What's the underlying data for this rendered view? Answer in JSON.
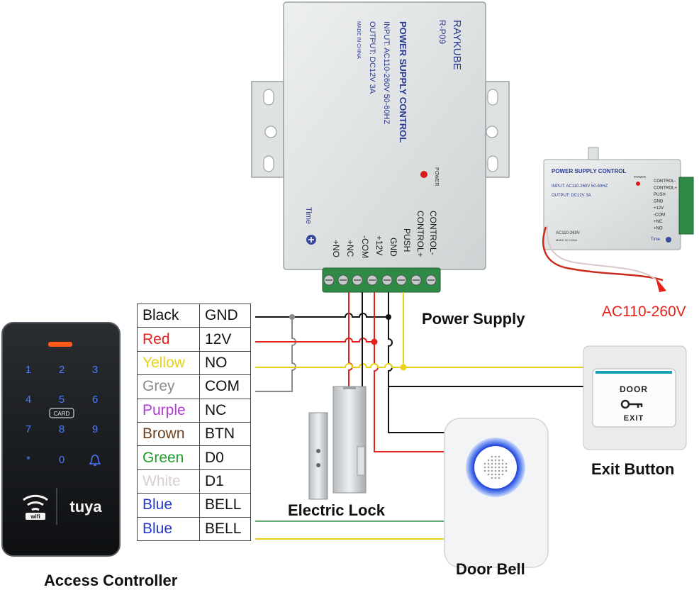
{
  "diagram": {
    "power_supply_label": "Power Supply",
    "exit_button_label": "Exit Button",
    "electric_lock_label": "Electric Lock",
    "door_bell_label": "Door Bell",
    "access_controller_label": "Access Controller",
    "ac_input_label": "AC110-260V"
  },
  "wires": [
    {
      "color_name": "Black",
      "terminal": "GND",
      "color": "#111111"
    },
    {
      "color_name": "Red",
      "terminal": "12V",
      "color": "#e5211b"
    },
    {
      "color_name": "Yellow",
      "terminal": "NO",
      "color": "#e8d21a"
    },
    {
      "color_name": "Grey",
      "terminal": "COM",
      "color": "#8a8a8a"
    },
    {
      "color_name": "Purple",
      "terminal": "NC",
      "color": "#b23ad8"
    },
    {
      "color_name": "Brown",
      "terminal": "BTN",
      "color": "#6b3e1e"
    },
    {
      "color_name": "Green",
      "terminal": "D0",
      "color": "#1f9e2b"
    },
    {
      "color_name": "White",
      "terminal": "D1",
      "color": "#d9cfd4"
    },
    {
      "color_name": "Blue",
      "terminal": "BELL",
      "color": "#2437c9"
    },
    {
      "color_name": "Blue",
      "terminal": "BELL",
      "color": "#2437c9"
    }
  ],
  "power_supply_box": {
    "brand": "RAYKUBE",
    "model": "R-P09",
    "title": "POWER SUPPLY CONTROL",
    "input": "INPUT: AC110-260V 50-60HZ",
    "output": "OUTPUT: DC12V  3A",
    "made_in": "MADE IN CHINA",
    "power_led_label": "POWER",
    "time_label": "Time",
    "terminals": [
      "CONTROL-",
      "CONTROL+",
      "PUSH",
      "GND",
      "+12V",
      "-COM",
      "+NC",
      "+NO"
    ]
  },
  "small_power_supply": {
    "title": "POWER SUPPLY CONTROL",
    "input": "INPUT: AC110-260V 50-60HZ",
    "output": "OUTPUT: DC12V  3A",
    "power_led_label": "POWER",
    "ac_label": "AC110-260V",
    "made_in": "MADE IN CHINA",
    "time_label": "Time",
    "terminals": [
      "CONTROL-",
      "CONTROL+",
      "PUSH",
      "GND",
      "+12V",
      "-COM",
      "+NC",
      "+NO"
    ]
  },
  "exit_button_device": {
    "top_text": "DOOR",
    "bottom_text": "EXIT",
    "icon": "key-icon"
  },
  "keypad": {
    "keys": [
      "1",
      "2",
      "3",
      "4",
      "5",
      "6",
      "7",
      "8",
      "9",
      "*",
      "0",
      "bell"
    ],
    "card_label": "CARD",
    "wifi_label": "wifi",
    "brand": "tuya"
  }
}
